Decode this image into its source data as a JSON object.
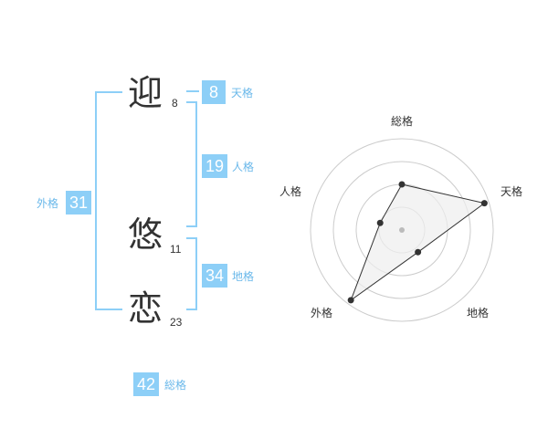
{
  "name": {
    "chars": [
      {
        "char": "迎",
        "strokes": "8"
      },
      {
        "char": "悠",
        "strokes": "11"
      },
      {
        "char": "恋",
        "strokes": "23"
      }
    ]
  },
  "kaku": {
    "tenkaku": {
      "value": "8",
      "label": "天格"
    },
    "jinkaku": {
      "value": "19",
      "label": "人格"
    },
    "chikaku": {
      "value": "34",
      "label": "地格"
    },
    "gaikaku": {
      "value": "31",
      "label": "外格"
    },
    "soukaku": {
      "value": "42",
      "label": "総格"
    }
  },
  "radar": {
    "axes": [
      "総格",
      "天格",
      "地格",
      "外格",
      "人格"
    ],
    "levels": [
      0.5,
      0.95,
      0.3,
      0.95,
      0.25
    ],
    "colors": {
      "ring": "#cccccc",
      "fill": "#eeeeee",
      "line": "#333333",
      "point": "#333333",
      "center": "#bbbbbb"
    }
  },
  "colors": {
    "accent": "#8dcff7",
    "accent_text": "#6ab8ea"
  }
}
